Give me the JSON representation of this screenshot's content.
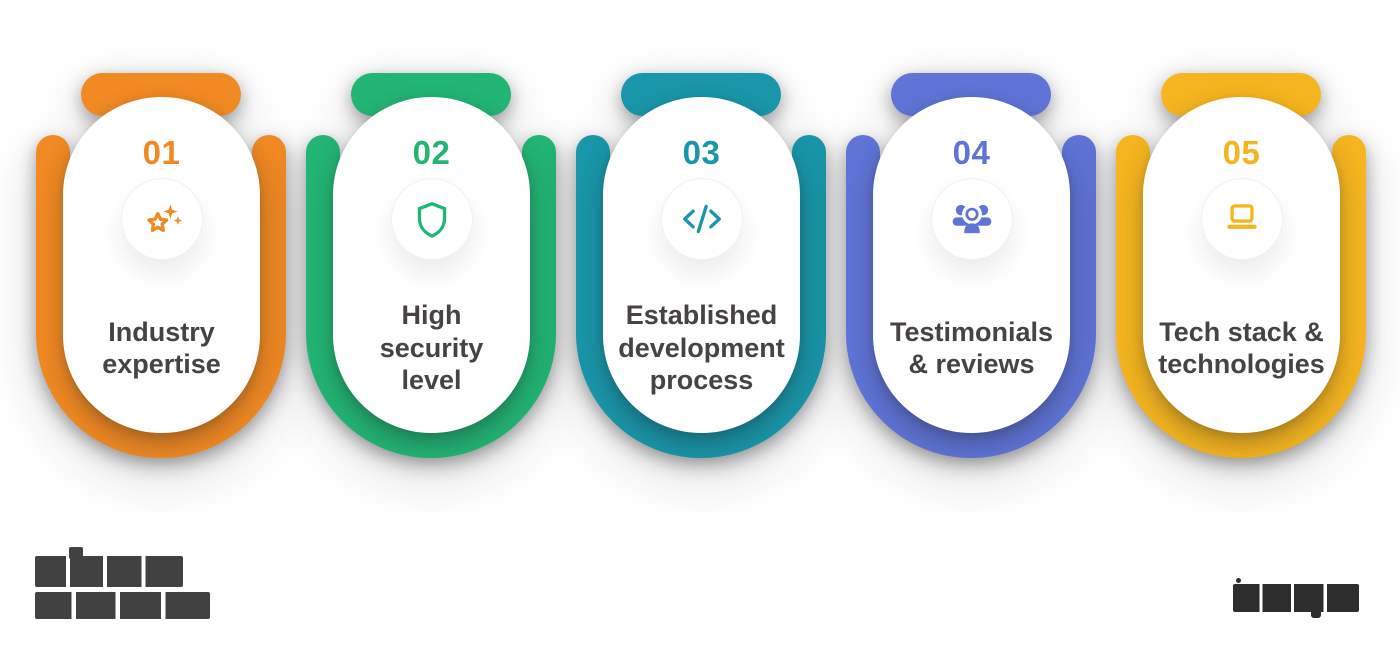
{
  "page": {
    "background": "#ffffff",
    "label_text_color": "#474343",
    "description": "Infographic: five numbered capsule cards listing criteria"
  },
  "cards": [
    {
      "number": "01",
      "label": "Industry\nexpertise",
      "color": "#F18A23",
      "icon": "sparkles-star-icon"
    },
    {
      "number": "02",
      "label": "High\nsecurity\nlevel",
      "color": "#22B573",
      "icon": "shield-icon"
    },
    {
      "number": "03",
      "label": "Established\ndevelopment\nprocess",
      "color": "#1996A9",
      "icon": "code-icon"
    },
    {
      "number": "04",
      "label": "Testimonials\n& reviews",
      "color": "#5F74D6",
      "icon": "users-icon"
    },
    {
      "number": "05",
      "label": "Tech stack &\ntechnologies",
      "color": "#F5B51F",
      "icon": "laptop-icon"
    }
  ],
  "footer": {
    "left_logo_aria": "dark two-line company logo wordmark (illegible in source image)",
    "right_logo_aria": "dark company wordmark (illegible in source image)"
  }
}
